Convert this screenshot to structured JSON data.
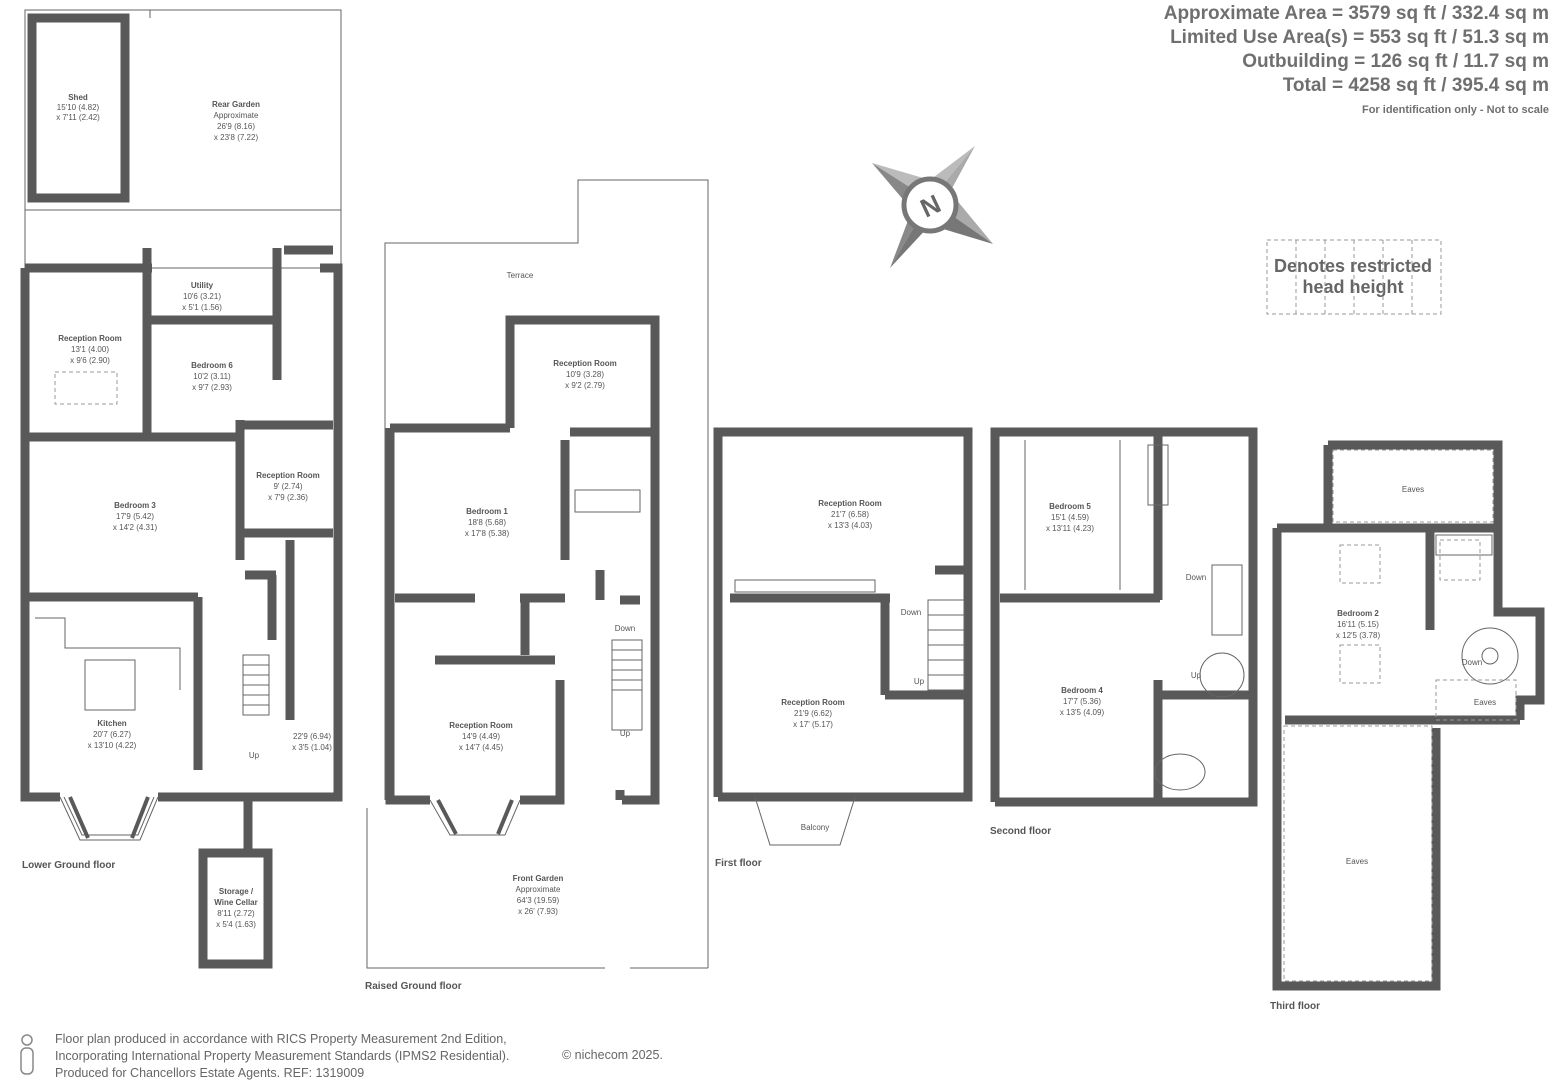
{
  "areas": {
    "approximate": "Approximate Area = 3579 sq ft / 332.4 sq m",
    "limited": "Limited Use Area(s) = 553 sq ft / 51.3 sq m",
    "outbuilding": "Outbuilding = 126 sq ft / 11.7 sq m",
    "total": "Total = 4258 sq ft / 395.4 sq m",
    "note": "For identification only - Not to scale"
  },
  "legend": {
    "line1": "Denotes restricted",
    "line2": "head height"
  },
  "compass": {
    "letter": "N"
  },
  "floors": {
    "lower_ground": "Lower Ground floor",
    "raised_ground": "Raised Ground floor",
    "first": "First floor",
    "second": "Second floor",
    "third": "Third floor"
  },
  "rooms": {
    "shed": {
      "name": "Shed",
      "d1": "15'10 (4.82)",
      "d2": "x 7'11 (2.42)"
    },
    "rear_garden": {
      "name": "Rear Garden",
      "sub": "Approximate",
      "d1": "26'9 (8.16)",
      "d2": "x 23'8 (7.22)"
    },
    "utility": {
      "name": "Utility",
      "d1": "10'6 (3.21)",
      "d2": "x 5'1 (1.56)"
    },
    "lg_reception": {
      "name": "Reception Room",
      "d1": "13'1 (4.00)",
      "d2": "x 9'6 (2.90)"
    },
    "bedroom6": {
      "name": "Bedroom 6",
      "d1": "10'2 (3.11)",
      "d2": "x 9'7 (2.93)"
    },
    "lg_reception2": {
      "name": "Reception Room",
      "d1": "9' (2.74)",
      "d2": "x 7'9 (2.36)"
    },
    "bedroom3": {
      "name": "Bedroom 3",
      "d1": "17'9 (5.42)",
      "d2": "x 14'2 (4.31)"
    },
    "kitchen": {
      "name": "Kitchen",
      "d1": "20'7 (6.27)",
      "d2": "x 13'10 (4.22)"
    },
    "hall_lg": {
      "d1": "22'9 (6.94)",
      "d2": "x 3'5 (1.04)"
    },
    "storage": {
      "name": "Storage /",
      "name2": "Wine Cellar",
      "d1": "8'11 (2.72)",
      "d2": "x 5'4 (1.63)"
    },
    "terrace": {
      "name": "Terrace"
    },
    "rg_reception": {
      "name": "Reception Room",
      "d1": "10'9 (3.28)",
      "d2": "x 9'2 (2.79)"
    },
    "bedroom1": {
      "name": "Bedroom 1",
      "d1": "18'8 (5.68)",
      "d2": "x 17'8 (5.38)"
    },
    "rg_reception2": {
      "name": "Reception Room",
      "d1": "14'9 (4.49)",
      "d2": "x 14'7 (4.45)"
    },
    "front_garden": {
      "name": "Front Garden",
      "sub": "Approximate",
      "d1": "64'3 (19.59)",
      "d2": "x 26' (7.93)"
    },
    "f1_reception": {
      "name": "Reception Room",
      "d1": "21'7 (6.58)",
      "d2": "x 13'3 (4.03)"
    },
    "f1_reception2": {
      "name": "Reception Room",
      "d1": "21'9 (6.62)",
      "d2": "x 17' (5.17)"
    },
    "balcony": {
      "name": "Balcony"
    },
    "bedroom5": {
      "name": "Bedroom 5",
      "d1": "15'1 (4.59)",
      "d2": "x 13'11 (4.23)"
    },
    "bedroom4": {
      "name": "Bedroom 4",
      "d1": "17'7 (5.36)",
      "d2": "x 13'5 (4.09)"
    },
    "bedroom2": {
      "name": "Bedroom 2",
      "d1": "16'11 (5.15)",
      "d2": "x 12'5 (3.78)"
    },
    "eaves": "Eaves"
  },
  "stairs": {
    "up": "Up",
    "down": "Down"
  },
  "footer": {
    "line1": "Floor plan produced in accordance with RICS Property Measurement 2nd Edition,",
    "line2": "Incorporating International Property Measurement Standards (IPMS2 Residential).",
    "line3": "Produced for Chancellors Estate Agents.   REF:  1319009",
    "copyright": "© nichecom 2025."
  },
  "colors": {
    "wall": "#595959",
    "text": "#555555",
    "bg": "#ffffff"
  }
}
